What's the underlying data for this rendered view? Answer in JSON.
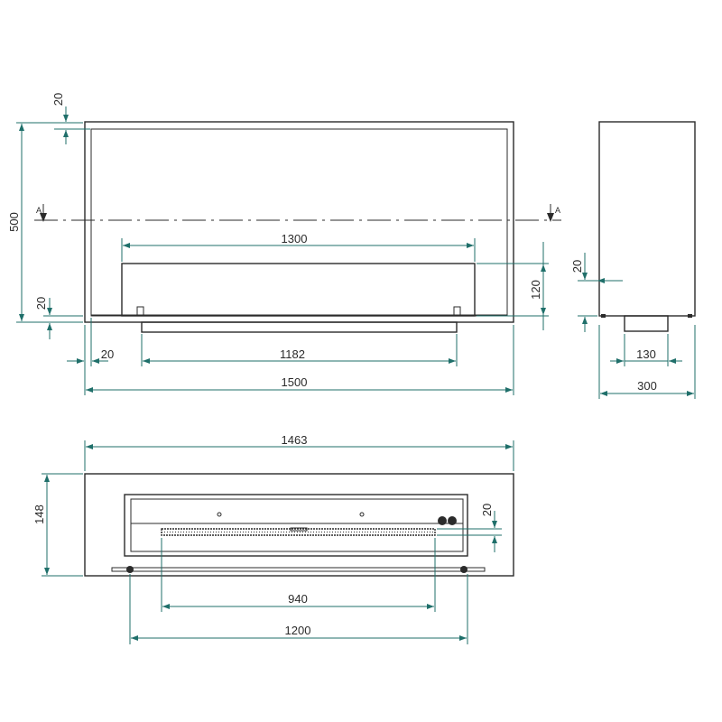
{
  "front_view": {
    "dim_height_total": "500",
    "dim_top_wall": "20",
    "dim_bottom_wall": "20",
    "dim_burner_width": "1300",
    "dim_burner_height": "120",
    "dim_side_offset": "20",
    "dim_base_width": "1182",
    "dim_total_width": "1500",
    "section_mark_left": "A",
    "section_mark_right": "A"
  },
  "side_view": {
    "dim_depth_total": "300",
    "dim_base_depth": "130",
    "dim_bottom_wall": "20"
  },
  "top_view": {
    "dim_total_width": "1463",
    "dim_depth": "148",
    "dim_slot_width": "940",
    "dim_rail_width": "1200",
    "dim_slot_offset": "20"
  }
}
